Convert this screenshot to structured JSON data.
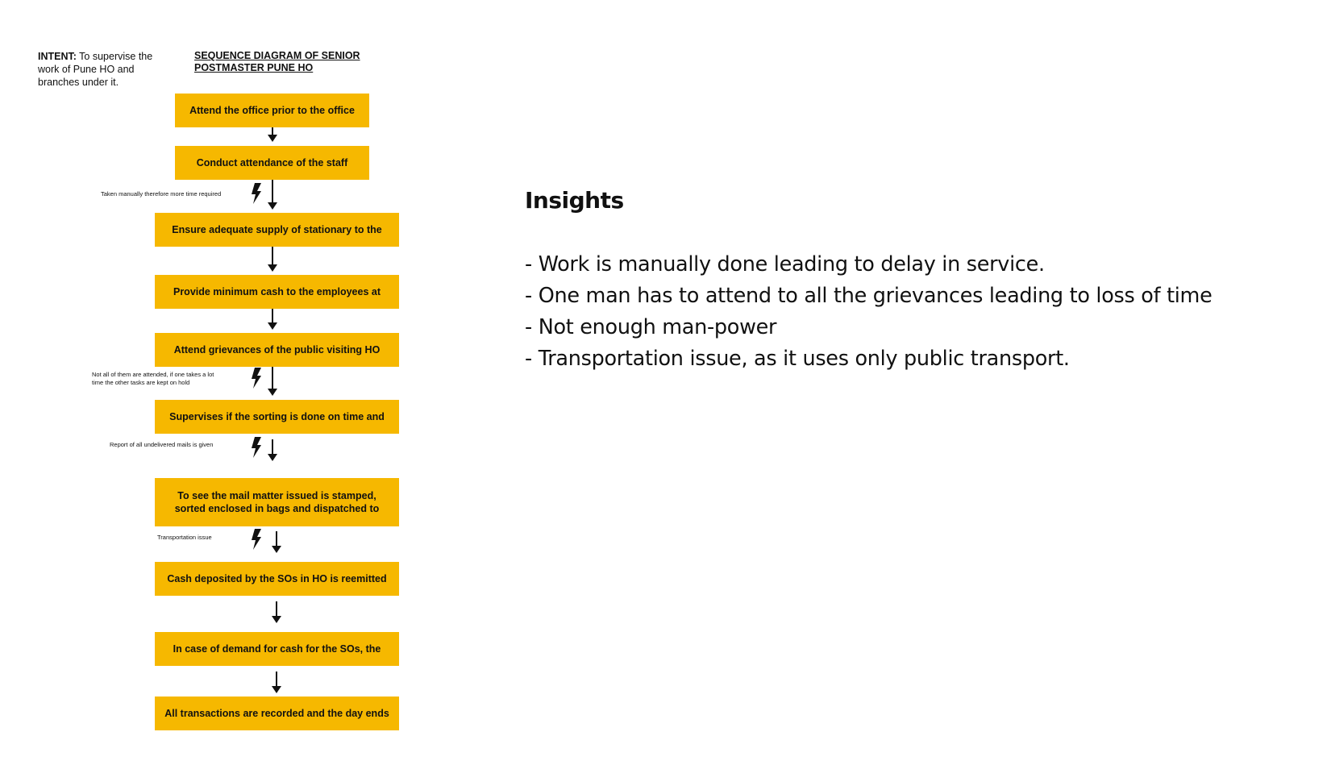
{
  "intent": {
    "label": "INTENT:",
    "text": "To supervise the work of Pune HO and branches under it."
  },
  "diagram_title": "SEQUENCE DIAGRAM OF SENIOR POSTMASTER PUNE HO",
  "steps": [
    "Attend the office prior to the office",
    "Conduct attendance of the staff",
    "Ensure adequate supply of stationary to the",
    "Provide minimum cash to the employees at",
    "Attend grievances of the public visiting HO",
    "Supervises if the sorting is done on time and",
    "To see the mail matter issued is stamped,\nsorted enclosed in bags and dispatched to",
    "Cash deposited by the SOs in HO is reemitted",
    "In case of demand for cash for the SOs, the",
    "All transactions are recorded and the day ends"
  ],
  "pain_points": [
    "Taken manually therefore more time required",
    "Not all of them are attended, if one takes a lot\ntime the other tasks are kept on hold",
    "Report of all undelivered mails is given",
    "Transportation issue"
  ],
  "colors": {
    "step_fill": "#f6b800",
    "text": "#111111",
    "background": "#ffffff"
  },
  "insights": {
    "title": "Insights",
    "items": [
      "- Work is manually done leading to delay in service.",
      "- One man has to attend to all the grievances leading to loss of time",
      "- Not enough man-power",
      "- Transportation issue, as it uses only public transport."
    ]
  }
}
